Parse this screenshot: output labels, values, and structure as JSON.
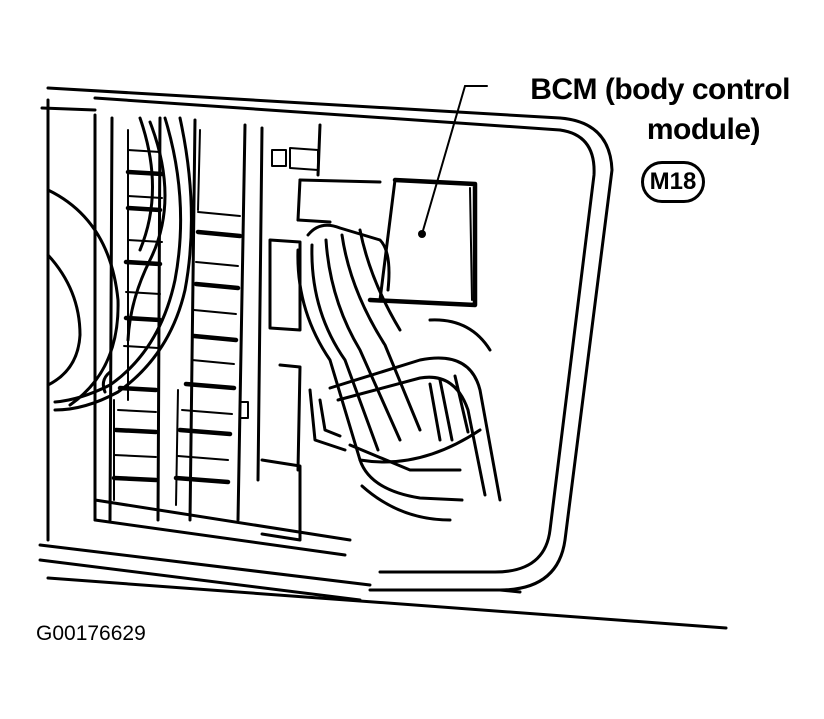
{
  "callout": {
    "line1": "BCM (body control",
    "line2": "module)",
    "connector": "M18"
  },
  "figure_id": "G00176629",
  "components": {
    "fuse_block": "fuse-panel",
    "module": "bcm-module",
    "harness": "wire-harness"
  }
}
